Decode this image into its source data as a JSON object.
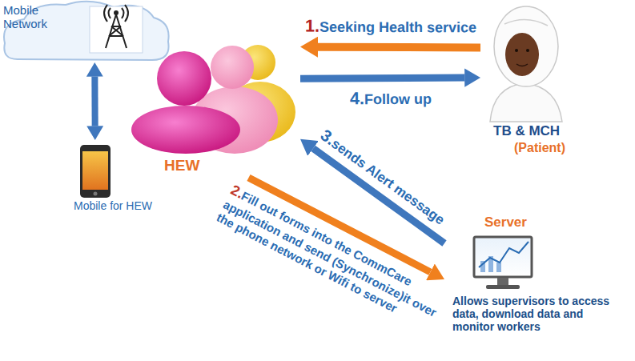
{
  "diagram": {
    "nodes": [
      {
        "text": [
          "Mobile Network"
        ]
      },
      {
        "text": [
          "HEW"
        ]
      },
      {
        "text": [
          "TB & MCH",
          "(Patient)"
        ]
      },
      {
        "text": [
          "Mobile for HEW"
        ]
      },
      {
        "text": [
          "Server",
          "Allows supervisors to access data, download data and monitor workers"
        ]
      }
    ],
    "edges": [
      {
        "from": 2,
        "to": 1,
        "label": "1.Seeking Health service",
        "arrow": "to"
      },
      {
        "from": 1,
        "to": 4,
        "label": "2.Fill out forms into the CommCare application and send (Synchronize)it over the phone network or Wifi to server",
        "arrow": "to"
      },
      {
        "from": 4,
        "to": 1,
        "label": "3.sends Alert message",
        "arrow": "to"
      },
      {
        "from": 1,
        "to": 2,
        "label": "4.Follow up",
        "arrow": "to"
      },
      {
        "from": 0,
        "to": 3,
        "arrow": "both"
      }
    ]
  }
}
